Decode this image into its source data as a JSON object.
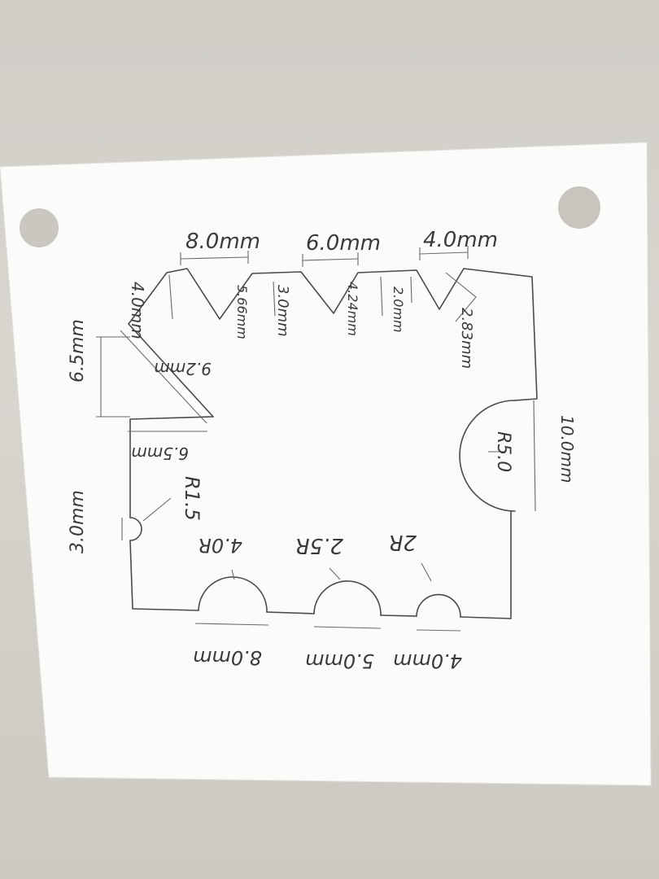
{
  "colors": {
    "paper": "#fbfbfb",
    "ink": "#3a3a3a",
    "wall": "#d2d0c9"
  },
  "labels": {
    "top_8": "8.0mm",
    "top_6": "6.0mm",
    "top_4": "4.0mm",
    "left_65": "6.5mm",
    "left_65b": "6.5mm",
    "left_30": "3.0mm",
    "diag_40": "4.0mm",
    "diag_92": "9.2mm",
    "v_566": "5.66mm",
    "v_30": "3.0mm",
    "v_424": "4.24mm",
    "v_20": "2.0mm",
    "v_283": "2.83mm",
    "r15": "R1.5",
    "r40": "4.0R",
    "r25": "2.5R",
    "r2": "2R",
    "r50": "R5.0",
    "right_10": "10.0mm",
    "bot_8": "8.0mm",
    "bot_5": "5.0mm",
    "bot_4": "4.0mm"
  }
}
